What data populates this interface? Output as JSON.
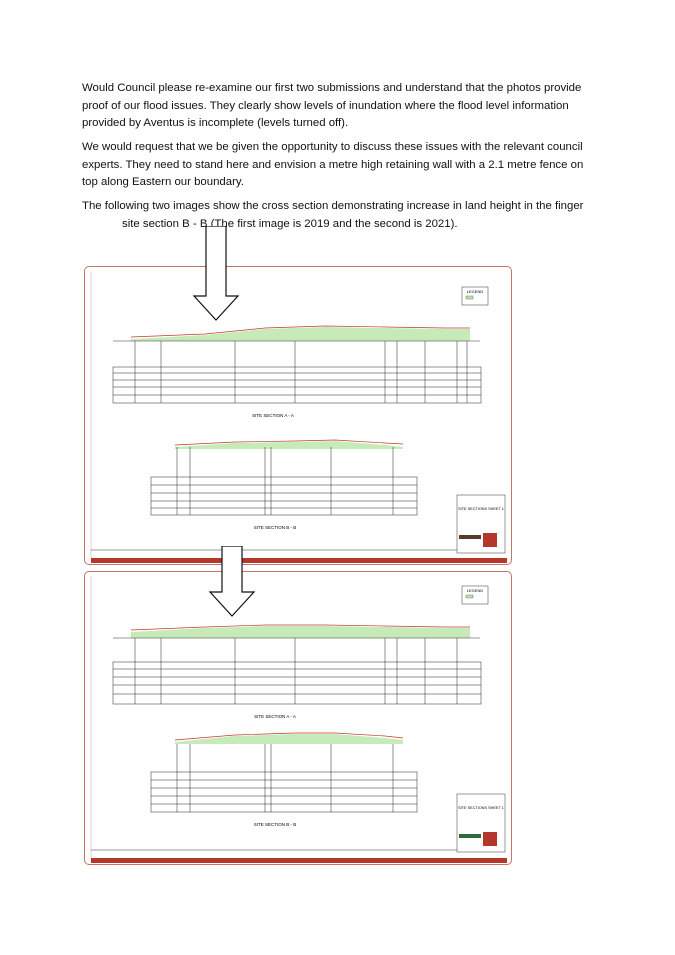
{
  "paragraphs": [
    {
      "lines": [
        "Would Council please re-examine our first two submissions  and understand that the photos provide",
        "proof  of our flood issues. They clearly show levels of inundation where the flood level information",
        "provided by Aventus is incomplete (levels turned off)."
      ]
    },
    {
      "lines": [
        "We would request that we be given the opportunity to discuss these issues with the relevant council",
        "experts. They need to stand here and envision a metre high retaining wall with a 2.1 metre fence on",
        "top along Eastern our  boundary."
      ]
    },
    {
      "lines": [
        "The following two images show the cross section demonstrating increase in land height in the finger",
        "site section B - B (The first image is 2019 and the second is 2021)."
      ]
    }
  ],
  "drawings": [
    {
      "legend": "LEGEND",
      "section_a": "SITE SECTION A - A",
      "section_b": "SITE SECTION B - B",
      "sheet_title": "SITE SECTIONS SHEET 1"
    },
    {
      "legend": "LEGEND",
      "section_a": "SITE SECTION A - A",
      "section_b": "SITE SECTION B - B",
      "sheet_title": "SITE SECTIONS SHEET 1"
    }
  ],
  "colors": {
    "sheet_border": "#b5362a",
    "fill_green": "#b9e6a6",
    "profile_red": "#c0392b"
  },
  "icons": [
    "down-arrow-icon"
  ]
}
